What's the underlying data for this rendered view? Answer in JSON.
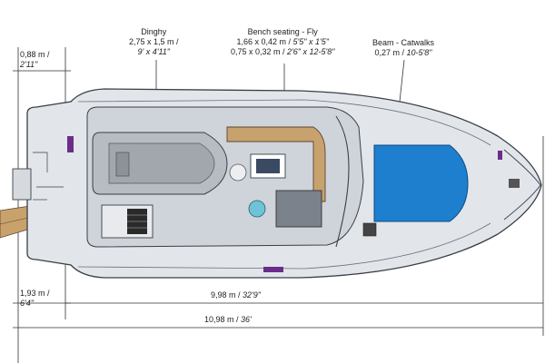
{
  "labels": {
    "dinghy": {
      "title": "Dinghy",
      "metric": "2,75 x 1,5 m /",
      "imperial": "9' x 4'11\""
    },
    "bench": {
      "title": "Bench seating - Fly",
      "line1_metric": "1,66 x 0,42 m / ",
      "line1_imperial": "5'5\" x 1'5\"",
      "line2_metric": "0,75 x 0,32 m / ",
      "line2_imperial": "2'6\" x 12-5'8\""
    },
    "beam": {
      "title": "Beam - Catwalks",
      "metric": "0,27 m / ",
      "imperial": "10-5'8\""
    },
    "swim_platform": {
      "metric": "0,88 m /",
      "imperial": "2'11\""
    },
    "stern_offset": {
      "metric": "1,93 m /",
      "imperial": "6'4\""
    },
    "hull_length": {
      "metric": "9,98 m / ",
      "imperial": "32'9\""
    },
    "overall_length": {
      "metric": "10,98 m / ",
      "imperial": "36'"
    }
  },
  "colors": {
    "hull": "#e2e5ea",
    "deck": "#cfd3da",
    "outline": "#3a3f47",
    "bench_wood": "#c8a26e",
    "sundeck_blue": "#1e7fcf",
    "accent_purple": "#6b2d8a",
    "dim_line": "#333333"
  }
}
